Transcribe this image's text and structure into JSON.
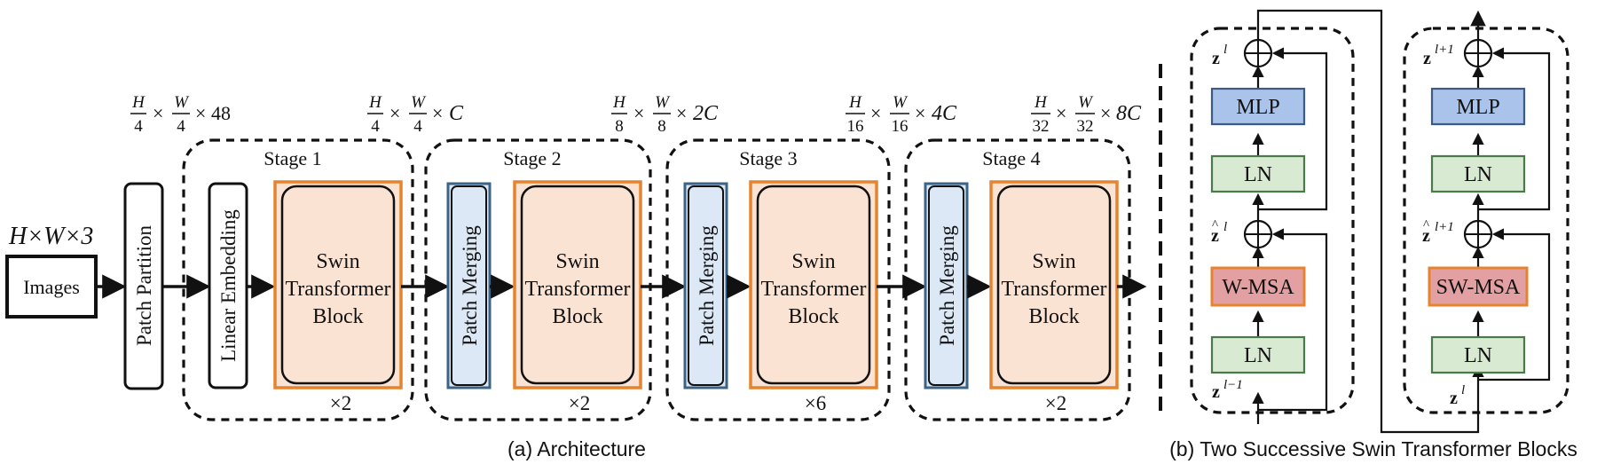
{
  "architecture": {
    "input_dim": "H×W×3",
    "images_label": "Images",
    "patch_partition": "Patch Partition",
    "linear_embedding": "Linear Embedding",
    "patch_merging": "Patch Merging",
    "swin_block": [
      "Swin",
      "Transformer",
      "Block"
    ],
    "stages": [
      {
        "label": "Stage 1",
        "repeat": "×2"
      },
      {
        "label": "Stage 2",
        "repeat": "×2"
      },
      {
        "label": "Stage 3",
        "repeat": "×6"
      },
      {
        "label": "Stage 4",
        "repeat": "×2"
      }
    ],
    "dims": [
      {
        "hn": "H",
        "hd": "4",
        "wn": "W",
        "wd": "4",
        "suffix": "48"
      },
      {
        "hn": "H",
        "hd": "4",
        "wn": "W",
        "wd": "4",
        "suffix": "C"
      },
      {
        "hn": "H",
        "hd": "8",
        "wn": "W",
        "wd": "8",
        "suffix": "2C"
      },
      {
        "hn": "H",
        "hd": "16",
        "wn": "W",
        "wd": "16",
        "suffix": "4C"
      },
      {
        "hn": "H",
        "hd": "32",
        "wn": "W",
        "wd": "32",
        "suffix": "8C"
      }
    ],
    "caption": "(a) Architecture"
  },
  "blocks": {
    "mlp": "MLP",
    "ln": "LN",
    "wmsa": "W-MSA",
    "swmsa": "SW-MSA",
    "z_base": "z",
    "sup_l": "l",
    "sup_l1": "l+1",
    "sup_lm1": "l−1",
    "caption": "(b) Two Successive Swin Transformer Blocks"
  },
  "colors": {
    "swin_fill": "#fbe3d3",
    "swin_border": "#e5832f",
    "merge_fill": "#dce8f5",
    "merge_border": "#3b6386",
    "mlp_fill": "#a9c3ea",
    "mlp_border": "#3b5b86",
    "ln_fill": "#d9ead3",
    "ln_border": "#4a7a4a",
    "msa_fill": "#e3a0a3",
    "msa_border": "#e5832f"
  }
}
